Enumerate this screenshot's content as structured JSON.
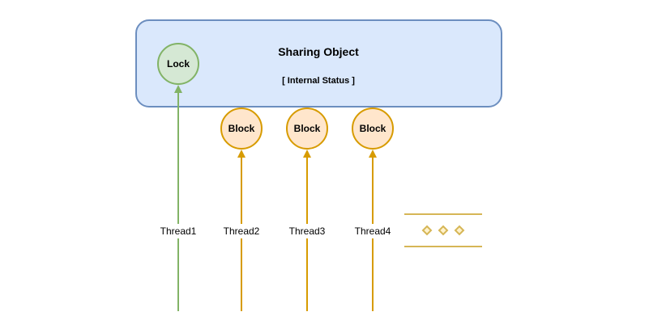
{
  "sharing_object": {
    "title": "Sharing Object",
    "status": "[ Internal Status ]",
    "fill": "#dae8fc",
    "stroke": "#6c8ebf"
  },
  "lock": {
    "label": "Lock",
    "fill": "#d5e8d4",
    "stroke": "#82b366"
  },
  "block_style": {
    "fill": "#ffe6cc",
    "stroke": "#d79b00"
  },
  "threads": [
    {
      "label": "Thread1",
      "target": "lock"
    },
    {
      "label": "Thread2",
      "target": "block",
      "block_label": "Block"
    },
    {
      "label": "Thread3",
      "target": "block",
      "block_label": "Block"
    },
    {
      "label": "Thread4",
      "target": "block",
      "block_label": "Block"
    }
  ],
  "ellipsis": {
    "line_color": "#d6b656",
    "diamond_fill": "#fff2cc",
    "diamond_stroke": "#d6b656"
  }
}
